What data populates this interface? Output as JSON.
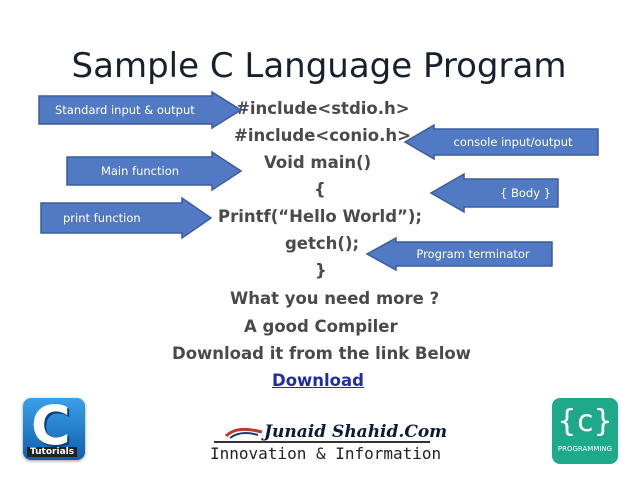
{
  "slide": {
    "title": "Sample C Language Program",
    "code_lines": [
      "#include<stdio.h>",
      "#include<conio.h>",
      "Void main()",
      "{",
      "Printf(“Hello World”);",
      "getch();",
      "}"
    ],
    "notes": [
      "What you need more ?",
      "A good Compiler",
      "Download it from the link Below"
    ],
    "download_link": "Download"
  },
  "callouts": {
    "standard_io": "Standard input & output",
    "main_function": "Main function",
    "print_function": "print function",
    "console_io": "console input/output",
    "body": "{  Body }",
    "terminator": "Program terminator"
  },
  "colors": {
    "arrow_fill": "#5179c4",
    "arrow_stroke": "#3b5d9e",
    "title": "#17212e",
    "link": "#1f2ea8"
  },
  "branding": {
    "left_logo_letter": "C",
    "left_logo_caption": "Tutorials",
    "right_logo_glyph": "{c}",
    "right_logo_caption": "PROGRAMMING",
    "site_name": "Junaid Shahid.Com",
    "tagline": "Innovation & Information"
  }
}
